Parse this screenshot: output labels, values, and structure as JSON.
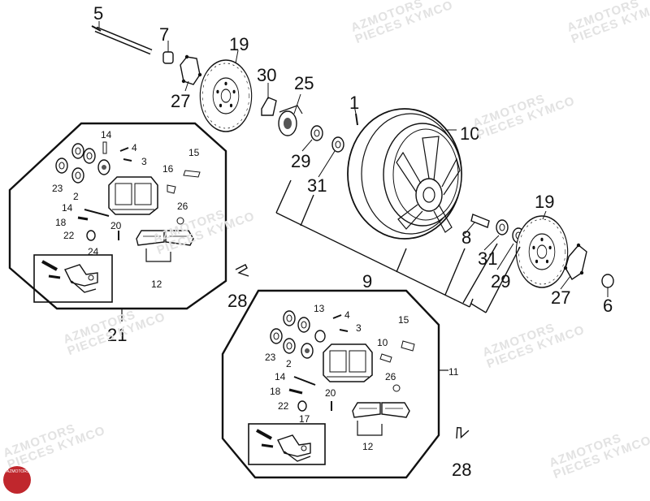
{
  "watermark": {
    "line1": "AZMOTORS",
    "line2": "PIECES KYMCO",
    "logo_text": "AZMOTORS"
  },
  "callouts": [
    {
      "id": "c5",
      "text": "5"
    },
    {
      "id": "c7",
      "text": "7"
    },
    {
      "id": "c19a",
      "text": "19"
    },
    {
      "id": "c27a",
      "text": "27"
    },
    {
      "id": "c30",
      "text": "30"
    },
    {
      "id": "c25",
      "text": "25"
    },
    {
      "id": "c1",
      "text": "1"
    },
    {
      "id": "c10",
      "text": "10"
    },
    {
      "id": "c29a",
      "text": "29"
    },
    {
      "id": "c31a",
      "text": "31"
    },
    {
      "id": "c9",
      "text": "9"
    },
    {
      "id": "c8",
      "text": "8"
    },
    {
      "id": "c31b",
      "text": "31"
    },
    {
      "id": "c29b",
      "text": "29"
    },
    {
      "id": "c19b",
      "text": "19"
    },
    {
      "id": "c27b",
      "text": "27"
    },
    {
      "id": "c6",
      "text": "6"
    },
    {
      "id": "c28a",
      "text": "28"
    },
    {
      "id": "c28b",
      "text": "28"
    },
    {
      "id": "c21",
      "text": "21"
    },
    {
      "id": "c11",
      "text": "11"
    },
    {
      "id": "k14",
      "text": "14"
    },
    {
      "id": "k4",
      "text": "4"
    },
    {
      "id": "k3",
      "text": "3"
    },
    {
      "id": "k15",
      "text": "15"
    },
    {
      "id": "k16",
      "text": "16"
    },
    {
      "id": "k23",
      "text": "23"
    },
    {
      "id": "k2",
      "text": "2"
    },
    {
      "id": "k14b",
      "text": "14"
    },
    {
      "id": "k20",
      "text": "20"
    },
    {
      "id": "k26",
      "text": "26"
    },
    {
      "id": "k18",
      "text": "18"
    },
    {
      "id": "k22",
      "text": "22"
    },
    {
      "id": "k24",
      "text": "24"
    },
    {
      "id": "k12",
      "text": "12"
    },
    {
      "id": "m13",
      "text": "13"
    },
    {
      "id": "m4",
      "text": "4"
    },
    {
      "id": "m3",
      "text": "3"
    },
    {
      "id": "m15",
      "text": "15"
    },
    {
      "id": "m10",
      "text": "10"
    },
    {
      "id": "m23",
      "text": "23"
    },
    {
      "id": "m2",
      "text": "2"
    },
    {
      "id": "m14",
      "text": "14"
    },
    {
      "id": "m26",
      "text": "26"
    },
    {
      "id": "m18",
      "text": "18"
    },
    {
      "id": "m20",
      "text": "20"
    },
    {
      "id": "m22",
      "text": "22"
    },
    {
      "id": "m17",
      "text": "17"
    },
    {
      "id": "m12",
      "text": "12"
    }
  ]
}
